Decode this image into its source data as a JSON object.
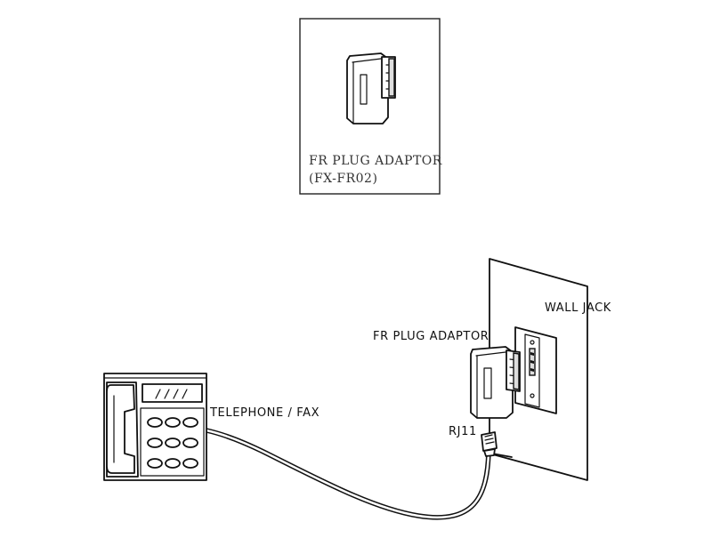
{
  "inset": {
    "label_line1": "FR PLUG ADAPTOR",
    "label_line2": "(FX-FR02)"
  },
  "labels": {
    "wall_jack": "WALL JACK",
    "fr_plug_adaptor": "FR PLUG ADAPTOR",
    "telephone_fax": "TELEPHONE / FAX",
    "rj11": "RJ11"
  }
}
